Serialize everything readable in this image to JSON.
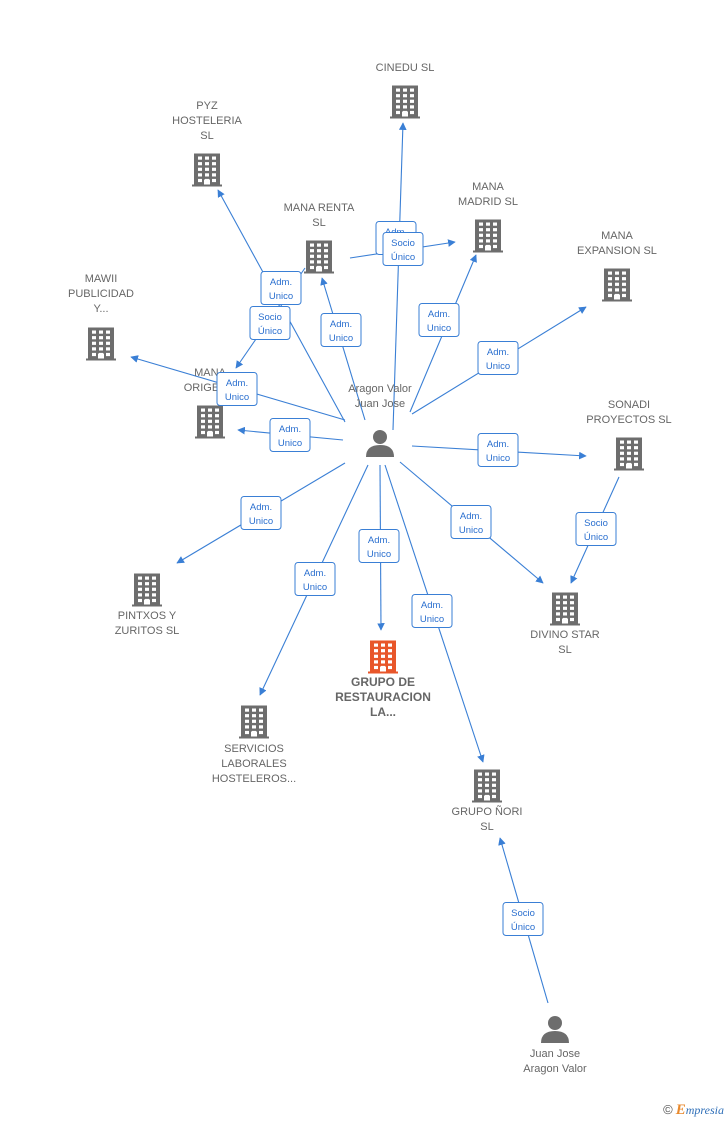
{
  "colors": {
    "company": "#6d6d6d",
    "main_company": "#e8562a",
    "person": "#6d6d6d",
    "edge": "#3a7fd5"
  },
  "nodes": [
    {
      "id": "aragon",
      "type": "person",
      "icon": "person-icon",
      "label": [
        "Aragon Valor",
        "Juan Jose"
      ]
    },
    {
      "id": "juanjose",
      "type": "person",
      "icon": "person-icon",
      "label": [
        "Juan Jose",
        "Aragon Valor"
      ]
    },
    {
      "id": "cinedu",
      "type": "company",
      "icon": "building-icon",
      "label": [
        "CINEDU  SL"
      ]
    },
    {
      "id": "pyz",
      "type": "company",
      "icon": "building-icon",
      "label": [
        "PYZ",
        "HOSTELERIA",
        "SL"
      ]
    },
    {
      "id": "manarenta",
      "type": "company",
      "icon": "building-icon",
      "label": [
        "MANA RENTA",
        "SL"
      ]
    },
    {
      "id": "manamadrid",
      "type": "company",
      "icon": "building-icon",
      "label": [
        "MANA",
        "MADRID  SL"
      ]
    },
    {
      "id": "manaexpansion",
      "type": "company",
      "icon": "building-icon",
      "label": [
        "MANA",
        "EXPANSION  SL"
      ]
    },
    {
      "id": "mawii",
      "type": "company",
      "icon": "building-icon",
      "label": [
        "MAWII",
        "PUBLICIDAD",
        "Y..."
      ]
    },
    {
      "id": "manaorigen",
      "type": "company",
      "icon": "building-icon",
      "label": [
        "MANA",
        "ORIGEN..."
      ]
    },
    {
      "id": "sonadi",
      "type": "company",
      "icon": "building-icon",
      "label": [
        "SONADI",
        "PROYECTOS  SL"
      ]
    },
    {
      "id": "pintxos",
      "type": "company",
      "icon": "building-icon",
      "label": [
        "PINTXOS Y",
        "ZURITOS SL"
      ]
    },
    {
      "id": "divino",
      "type": "company",
      "icon": "building-icon",
      "label": [
        "DIVINO STAR",
        "SL"
      ]
    },
    {
      "id": "grupo",
      "type": "main",
      "icon": "building-icon",
      "label": [
        "GRUPO DE",
        "RESTAURACION",
        "LA..."
      ]
    },
    {
      "id": "servicios",
      "type": "company",
      "icon": "building-icon",
      "label": [
        "SERVICIOS",
        "LABORALES",
        "HOSTELEROS..."
      ]
    },
    {
      "id": "nori",
      "type": "company",
      "icon": "building-icon",
      "label": [
        "GRUPO ÑORI",
        "SL"
      ]
    }
  ],
  "edges": [
    {
      "from": "aragon",
      "to": "cinedu",
      "label": [
        "Adm.",
        "Unico"
      ]
    },
    {
      "from": "aragon",
      "to": "pyz",
      "label": [
        "Adm.",
        "Unico"
      ]
    },
    {
      "from": "aragon",
      "to": "manarenta",
      "label": [
        "Adm.",
        "Unico"
      ]
    },
    {
      "from": "manarenta",
      "to": "manamadrid",
      "label": [
        "Socio",
        "Único"
      ]
    },
    {
      "from": "aragon",
      "to": "manamadrid",
      "label": [
        "Adm.",
        "Unico"
      ]
    },
    {
      "from": "aragon",
      "to": "manaexpansion",
      "label": [
        "Adm.",
        "Unico"
      ]
    },
    {
      "from": "manarenta",
      "to": "manaorigen",
      "label": [
        "Socio",
        "Único"
      ]
    },
    {
      "from": "aragon",
      "to": "mawii",
      "label": [
        "Adm.",
        "Unico"
      ]
    },
    {
      "from": "aragon",
      "to": "manaorigen",
      "label": [
        "Adm.",
        "Unico"
      ]
    },
    {
      "from": "aragon",
      "to": "sonadi",
      "label": [
        "Adm.",
        "Unico"
      ]
    },
    {
      "from": "sonadi",
      "to": "divino",
      "label": [
        "Socio",
        "Único"
      ]
    },
    {
      "from": "aragon",
      "to": "pintxos",
      "label": [
        "Adm.",
        "Unico"
      ]
    },
    {
      "from": "aragon",
      "to": "divino",
      "label": [
        "Adm.",
        "Unico"
      ]
    },
    {
      "from": "aragon",
      "to": "grupo",
      "label": [
        "Adm.",
        "Unico"
      ]
    },
    {
      "from": "aragon",
      "to": "servicios",
      "label": [
        "Adm.",
        "Unico"
      ]
    },
    {
      "from": "aragon",
      "to": "nori",
      "label": [
        "Adm.",
        "Unico"
      ]
    },
    {
      "from": "juanjose",
      "to": "nori",
      "label": [
        "Socio",
        "Único"
      ]
    }
  ],
  "footer": {
    "copyright": "©",
    "brand_initial": "E",
    "brand_rest": "mpresia"
  }
}
